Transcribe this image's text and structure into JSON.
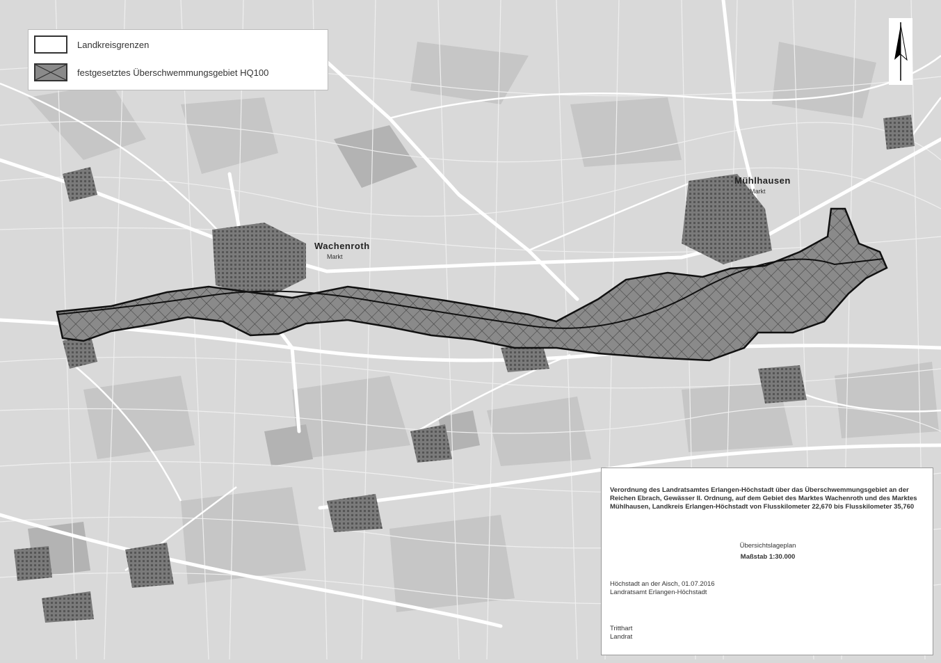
{
  "legend": {
    "items": [
      {
        "label": "Landkreisgrenzen",
        "symbol": "white-box"
      },
      {
        "label": "festgesetztes Überschwemmungsgebiet HQ100",
        "symbol": "hatched-box"
      }
    ]
  },
  "places": {
    "wachenroth": {
      "name": "Wachenroth",
      "sub": "Markt"
    },
    "muehlhausen": {
      "name": "Mühlhausen",
      "sub": "Markt"
    }
  },
  "info": {
    "description": "Verordnung des Landratsamtes Erlangen-Höchstadt über das Überschwemmungsgebiet an der Reichen Ebrach, Gewässer II. Ordnung, auf dem Gebiet des Marktes Wachenroth und des Marktes Mühlhausen, Landkreis Erlangen-Höchstadt von Flusskilometer 22,670 bis Flusskilometer 35,760",
    "title": "Übersichtslageplan",
    "scale": "Maßstab 1:30.000",
    "place_date": "Höchstadt an der Aisch, 01.07.2016",
    "authority": "Landratsamt Erlangen-Höchstadt",
    "signer": "Tritthart",
    "signer_role": "Landrat"
  },
  "colors": {
    "background": "#d8d8d8",
    "flood_zone": "#8a8a8a",
    "roads": "#ffffff",
    "settlement": "#6e6e6e"
  },
  "icons": {
    "north_arrow": "north-arrow-icon"
  }
}
